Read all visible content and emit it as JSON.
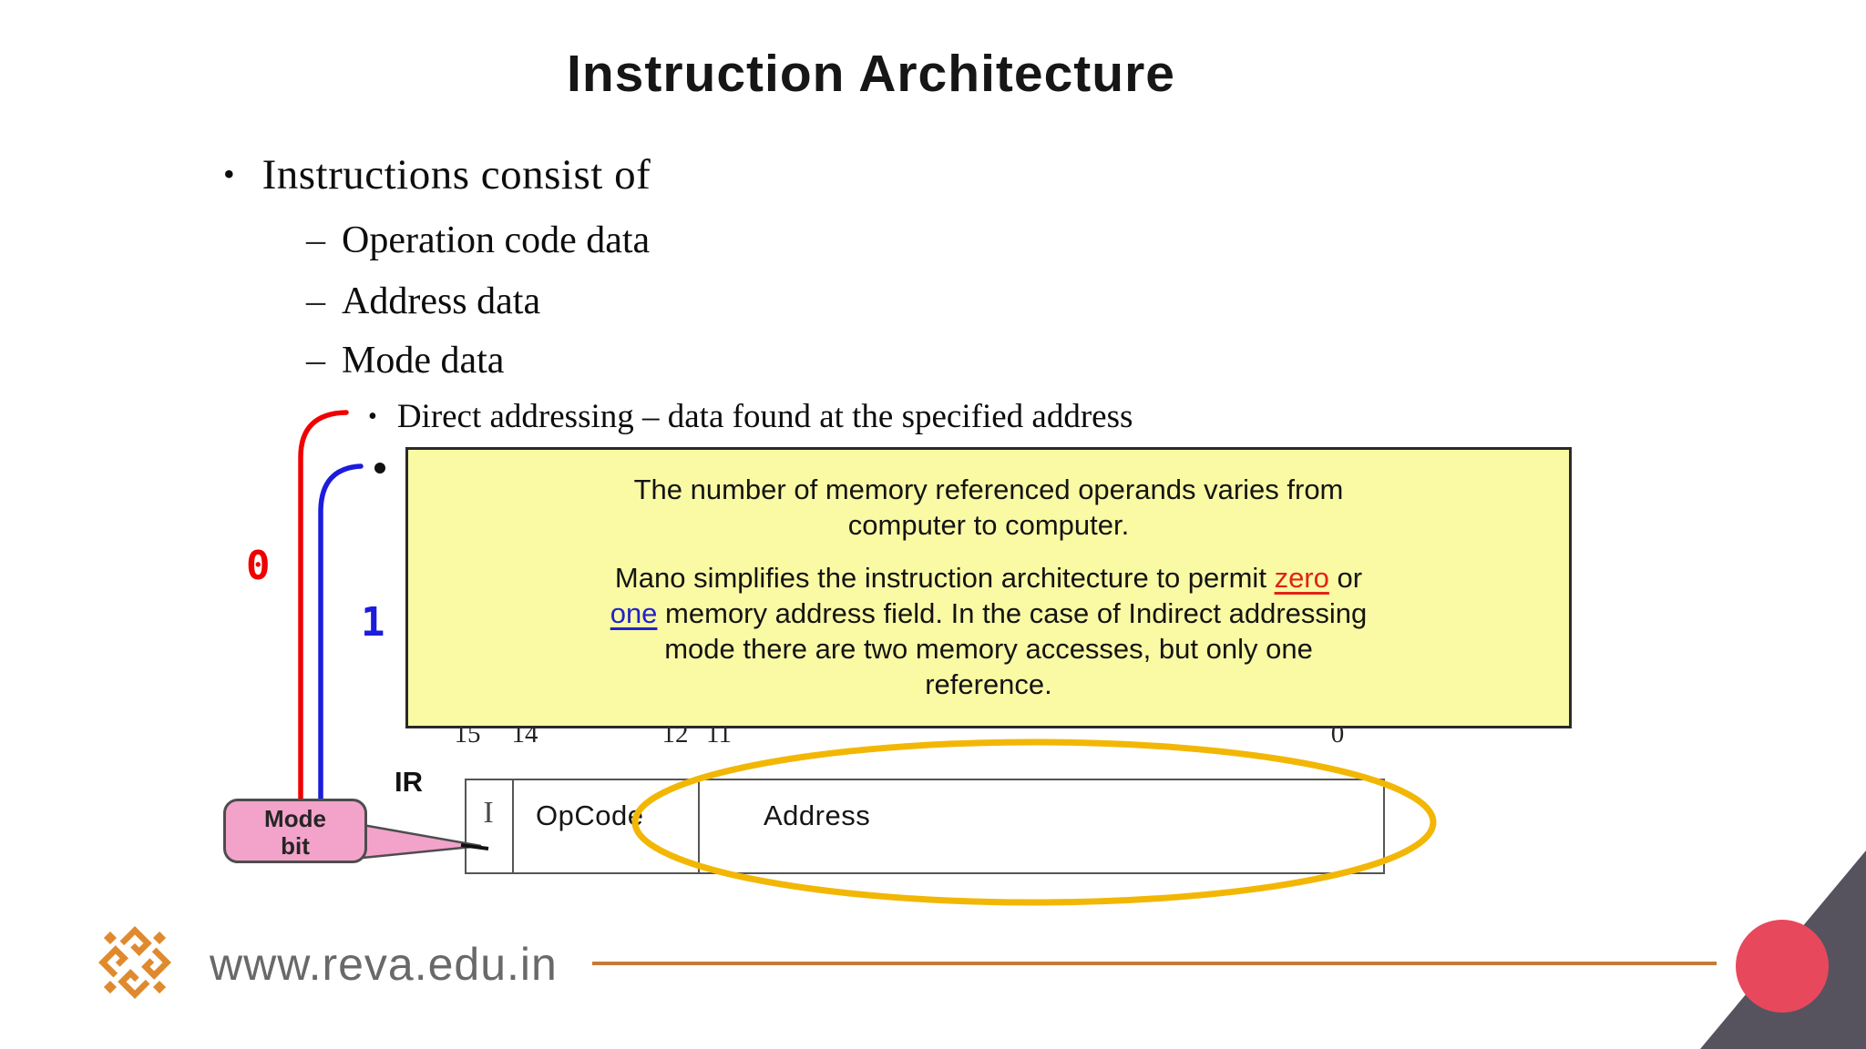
{
  "title": "Instruction Architecture",
  "glyphs": {
    "bullet": "•",
    "dash": "–"
  },
  "bullets": {
    "main": "Instructions consist of",
    "sub1": "Operation code data",
    "sub2": "Address data",
    "sub3": "Mode data",
    "direct": "Direct addressing – data found at the specified address"
  },
  "note": {
    "p1l1": "The number of memory referenced operands varies from",
    "p1l2": "computer to computer.",
    "p2l1_pre": "Mano simplifies the instruction architecture to permit ",
    "p2l1_link": "zero",
    "p2l1_post": " or",
    "p2l2_link": "one",
    "p2l2_post": " memory address field.  In the case of Indirect addressing",
    "p2l3": "mode there are two memory accesses, but only one",
    "p2l4": "reference."
  },
  "diagram": {
    "ir_label": "IR",
    "zero_label": "0",
    "one_label": "1",
    "mode_bit_line1": "Mode",
    "mode_bit_line2": "bit",
    "bits": [
      "15",
      "14",
      "12",
      "11",
      "0"
    ],
    "fields": [
      "I",
      "OpCode",
      "Address"
    ]
  },
  "footer": {
    "url": "www.reva.edu.in"
  },
  "colors": {
    "note_bg": "#fafaa5",
    "callout_pink": "#f3a3ca",
    "curve_red": "#f00000",
    "curve_blue": "#1c1cdd",
    "ellipse_gold": "#f2b705",
    "footer_orange": "#c77a35",
    "corner_triangle": "#56535f",
    "corner_circle": "#e8485c",
    "link_red": "#df2418",
    "link_blue": "#2222cc"
  }
}
